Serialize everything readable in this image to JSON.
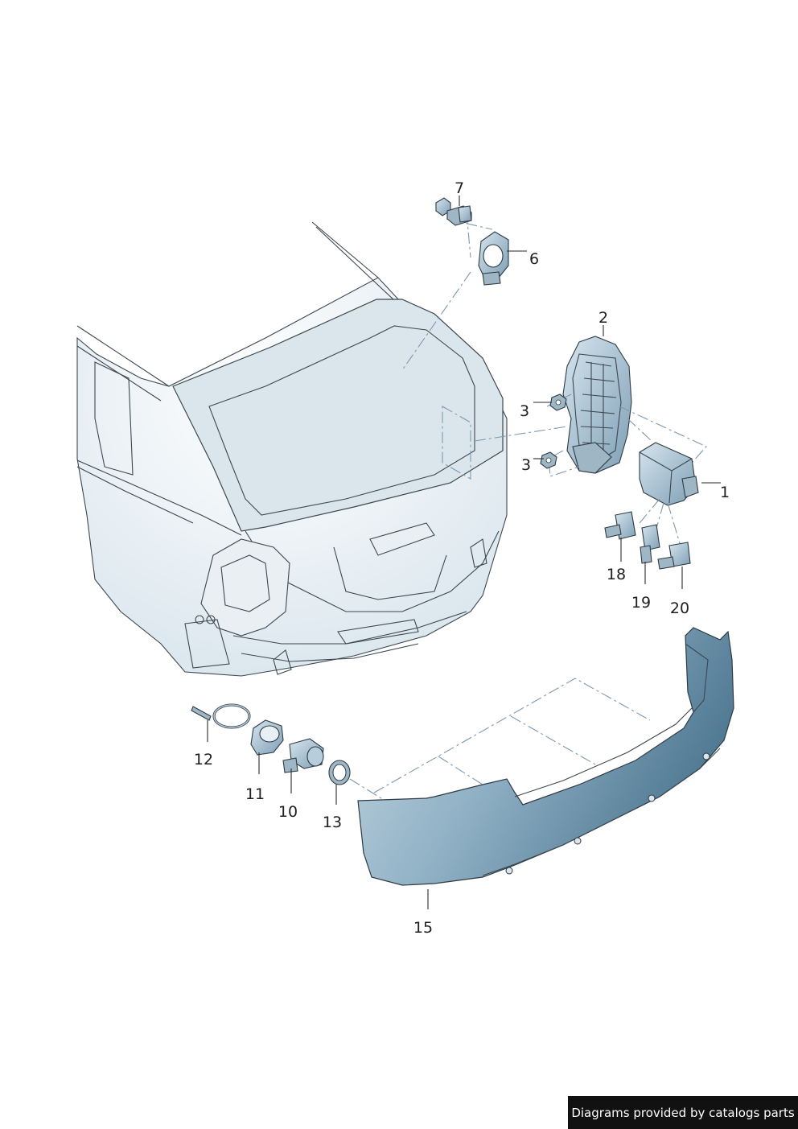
{
  "callouts": {
    "c1": "1",
    "c2": "2",
    "c3a": "3",
    "c3b": "3",
    "c6": "6",
    "c7": "7",
    "c10": "10",
    "c11": "11",
    "c12": "12",
    "c13": "13",
    "c15": "15",
    "c18": "18",
    "c19": "19",
    "c20": "20"
  },
  "footer": {
    "text": "Diagrams provided by catalogs parts"
  },
  "colors": {
    "part_light": "#c9dbe6",
    "part_dark": "#6f93ab",
    "body": "#e9eff3"
  }
}
